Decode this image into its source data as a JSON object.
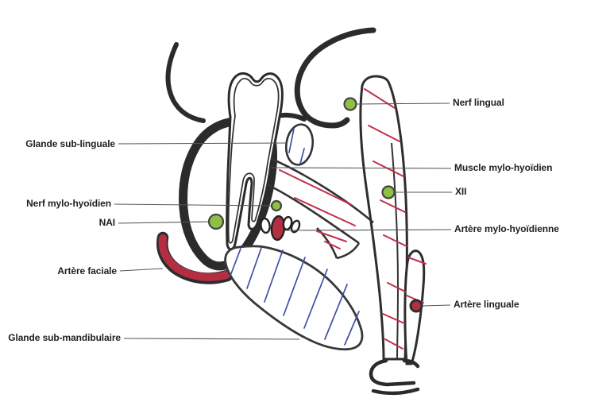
{
  "figure": {
    "description": "Coronal anatomical diagram of the floor of the mouth and mandible with labelled nerves, arteries, glands and muscles",
    "colors": {
      "outline": "#2b2b2b",
      "nerve_green": "#8dc043",
      "artery_red": "#b42e42",
      "muscle_hatch_red": "#c23049",
      "vein_blue": "#3d51a3",
      "leader_line": "#555555",
      "label_text": "#1f1f1f"
    },
    "labels": {
      "left": [
        {
          "id": "glande-sub-linguale",
          "text": "Glande sub-linguale"
        },
        {
          "id": "nerf-mylo-hyoidien",
          "text": "Nerf mylo-hyoïdien"
        },
        {
          "id": "nai",
          "text": "NAI"
        },
        {
          "id": "artere-faciale",
          "text": "Artère faciale"
        },
        {
          "id": "glande-sub-mandibulaire",
          "text": "Glande sub-mandibulaire"
        }
      ],
      "right": [
        {
          "id": "nerf-lingual",
          "text": "Nerf lingual"
        },
        {
          "id": "muscle-mylo-hyoidien",
          "text": "Muscle mylo-hyoïdien"
        },
        {
          "id": "xii",
          "text": "XII"
        },
        {
          "id": "artere-mylo-hyoidienne",
          "text": "Artère mylo-hyoïdienne"
        },
        {
          "id": "artere-linguale",
          "text": "Artère linguale"
        }
      ]
    },
    "markers": [
      {
        "id": "nerf-lingual-marker",
        "kind": "nerve",
        "color_key": "nerve_green"
      },
      {
        "id": "xii-marker",
        "kind": "nerve",
        "color_key": "nerve_green"
      },
      {
        "id": "nerf-mylo-hyoidien-marker",
        "kind": "nerve",
        "color_key": "nerve_green"
      },
      {
        "id": "nai-marker",
        "kind": "nerve",
        "color_key": "nerve_green"
      },
      {
        "id": "artere-mylo-hyoidienne-marker",
        "kind": "artery",
        "color_key": "artery_red"
      },
      {
        "id": "artere-linguale-marker",
        "kind": "artery",
        "color_key": "artery_red"
      },
      {
        "id": "artere-faciale-band",
        "kind": "artery",
        "color_key": "artery_red"
      }
    ]
  }
}
